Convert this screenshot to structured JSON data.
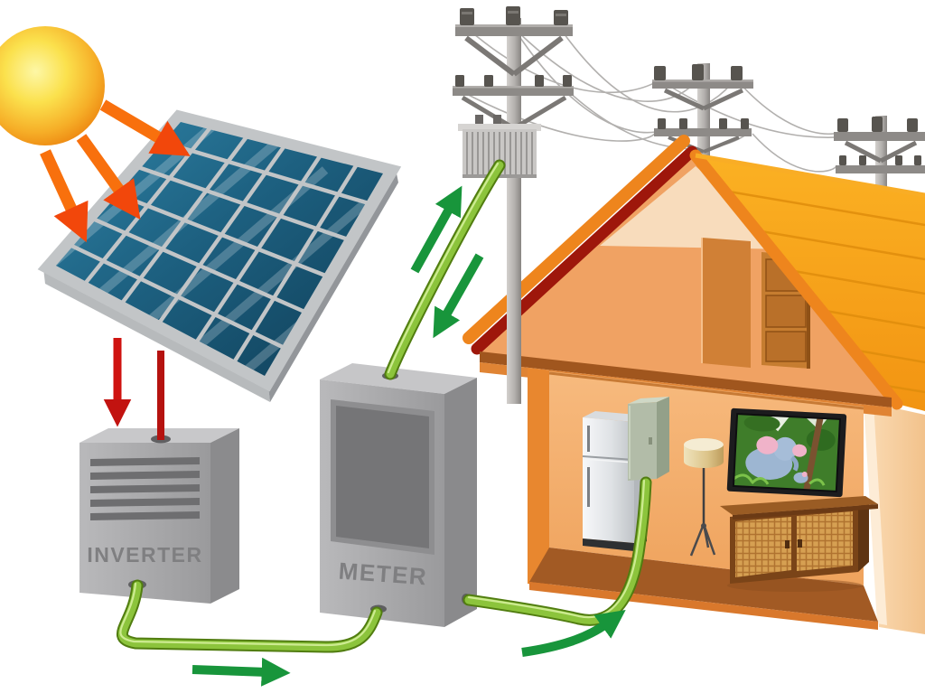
{
  "labels": {
    "inverter": "INVERTER",
    "meter": "METER"
  },
  "colors": {
    "sun_yellow": "#fbe14d",
    "sun_rim_orange": "#ee8b13",
    "ray_arrow_orange": "#f8700d",
    "dc_cable_red": "#b5120f",
    "panel_cell_teal": "#1d6080",
    "panel_frame_gray": "#c2c5c7",
    "device_box_gray": "#a9a9ab",
    "ac_cable_green": "#8cc43c",
    "flow_arrow_green": "#18953b",
    "roof_orange": "#f8a71c",
    "wall_peach": "#f4af6f",
    "floor_brown": "#a25a24",
    "pole_gray": "#8d8a87"
  },
  "diagram": {
    "type": "illustration",
    "components": [
      {
        "name": "sun"
      },
      {
        "name": "solar-panel",
        "cells": "6x6"
      },
      {
        "name": "inverter",
        "label": "INVERTER"
      },
      {
        "name": "meter",
        "label": "METER"
      },
      {
        "name": "utility-pole-with-transformer"
      },
      {
        "name": "utility-pole-2"
      },
      {
        "name": "utility-pole-3"
      },
      {
        "name": "power-lines"
      },
      {
        "name": "house-cutaway"
      },
      {
        "name": "refrigerator"
      },
      {
        "name": "breaker-panel"
      },
      {
        "name": "floor-lamp"
      },
      {
        "name": "television"
      },
      {
        "name": "tv-cabinet"
      }
    ],
    "flows": [
      {
        "from": "sun",
        "to": "solar-panel",
        "style": "orange-arrows",
        "count": 3
      },
      {
        "from": "solar-panel",
        "to": "inverter",
        "style": "red-dc-cable-and-arrow"
      },
      {
        "from": "inverter",
        "to": "meter",
        "style": "green-ac-cable",
        "arrow": "right"
      },
      {
        "from": "meter",
        "to": "breaker-panel",
        "style": "green-ac-cable",
        "arrow": "up-right"
      },
      {
        "from": "meter",
        "to": "utility-pole-with-transformer",
        "style": "green-ac-cable",
        "arrows": "bidirectional"
      }
    ]
  }
}
